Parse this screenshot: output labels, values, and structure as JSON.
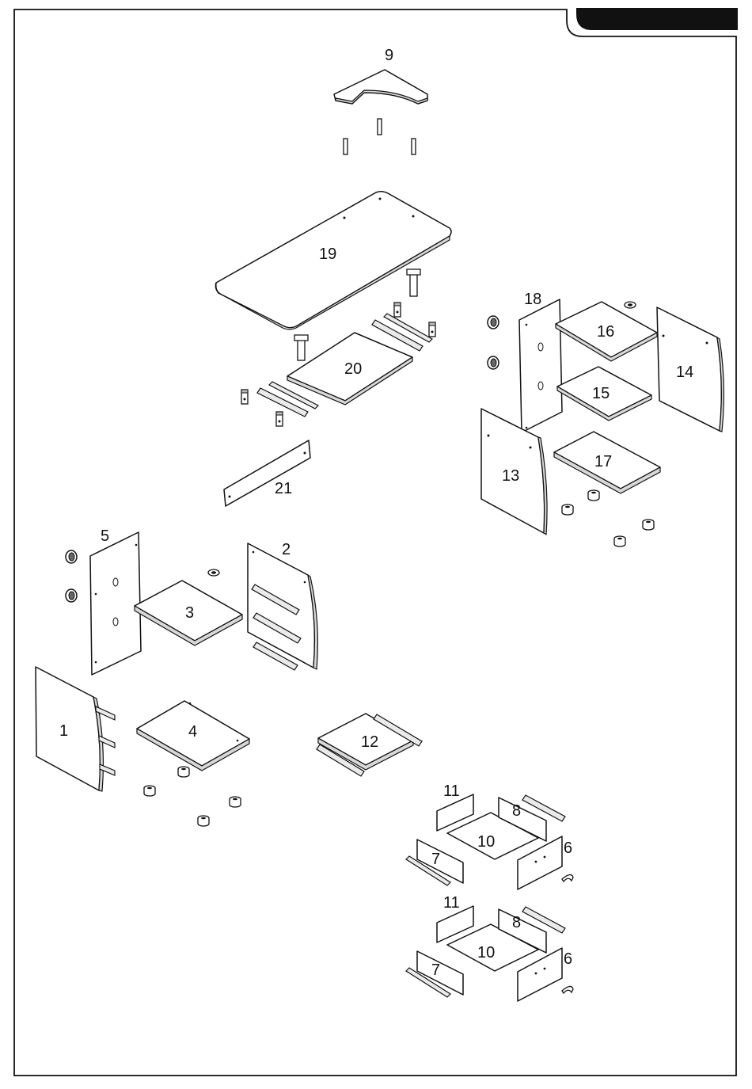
{
  "diagram": {
    "colors": {
      "ink": "#111111",
      "paper": "#ffffff",
      "edge": "#d8d8d8",
      "tab": "#111111"
    },
    "parts": {
      "p1": "1",
      "p2": "2",
      "p3": "3",
      "p4": "4",
      "p5": "5",
      "p6a": "6",
      "p6b": "6",
      "p7a": "7",
      "p7b": "7",
      "p8a": "8",
      "p8b": "8",
      "p9": "9",
      "p10a": "10",
      "p10b": "10",
      "p11a": "11",
      "p11b": "11",
      "p12": "12",
      "p13": "13",
      "p14": "14",
      "p15": "15",
      "p16": "16",
      "p17": "17",
      "p18": "18",
      "p19": "19",
      "p20": "20",
      "p21": "21"
    }
  }
}
